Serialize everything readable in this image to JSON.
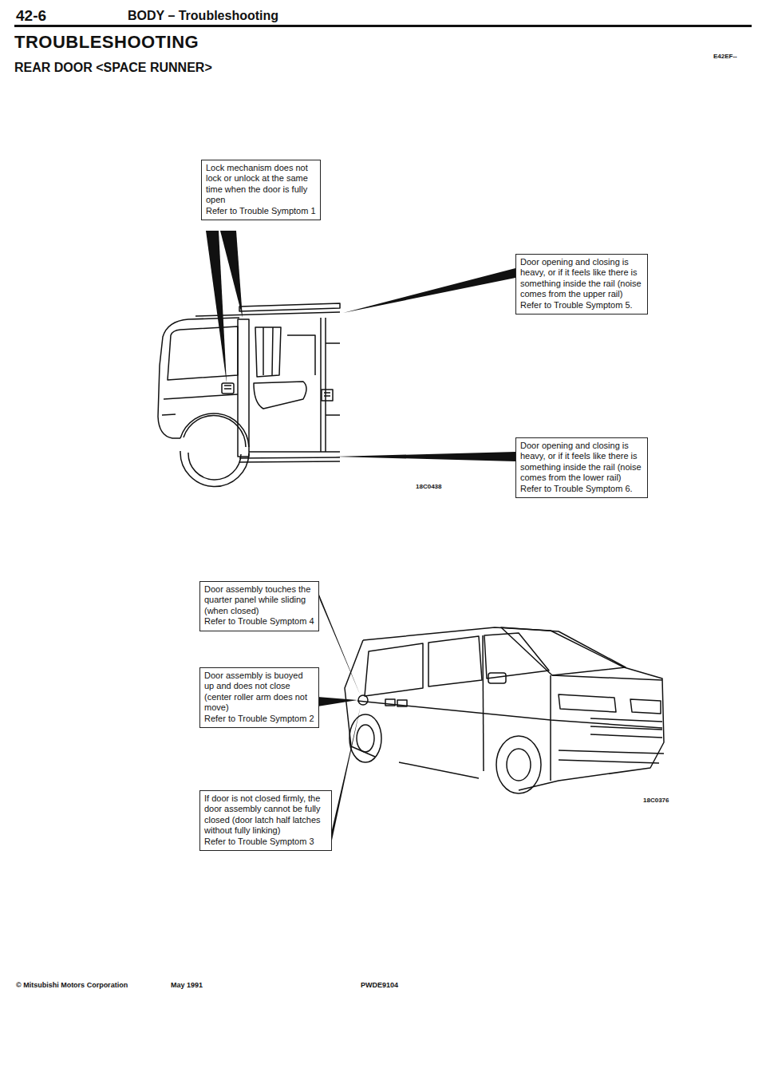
{
  "diagram": {
    "title": "TROUBLESHOOTING",
    "nodes": [
      {
        "text": [
          "Lock mechanism does not lock or unlock at the same time when the door is fully open",
          "Refer to Trouble Symptom 1"
        ]
      },
      {
        "text": [
          "Door opening and closing is heavy, or if it feels like there is something inside the rail (noise comes from the upper rail)",
          "Refer to Trouble Symptom 5."
        ]
      },
      {
        "text": [
          "Door opening and closing is heavy, or if it feels like there is something inside the rail (noise comes from the lower rail)",
          "Refer to Trouble Symptom 6."
        ]
      },
      {
        "text": [
          "Door assembly touches the quarter panel while sliding (when closed)",
          "Refer to Trouble Symptom 4"
        ]
      },
      {
        "text": [
          "Door assembly is buoyed up and does not close (center roller arm does not move)",
          "Refer to Trouble Symptom 2"
        ]
      },
      {
        "text": [
          "If door is not closed firmly, the door assembly cannot be fully closed (door latch half latches without fully linking)",
          "Refer to Trouble Symptom 3"
        ]
      }
    ],
    "labels": [
      "42-6",
      "BODY – Troubleshooting",
      "E42EF--",
      "REAR DOOR <SPACE RUNNER>",
      "18C0438",
      "18C0376",
      "© Mitsubishi Motors Corporation",
      "May 1991",
      "PWDE9104"
    ]
  }
}
